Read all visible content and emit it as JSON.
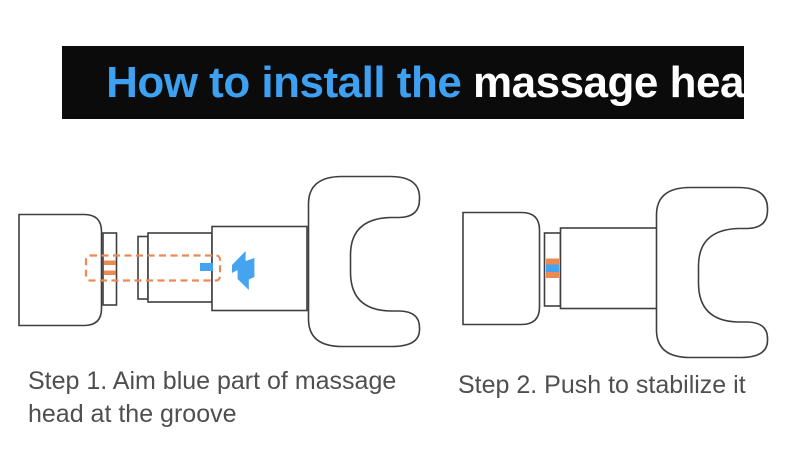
{
  "banner": {
    "highlight": "How to install the",
    "rest": " massage head"
  },
  "steps": [
    {
      "lines": [
        "Step 1. Aim blue part of massage",
        "head at the groove"
      ]
    },
    {
      "lines": [
        "Step 2. Push to stabilize it"
      ]
    }
  ],
  "icons": {
    "push_arrow": "bold-left-arrow"
  },
  "colors": {
    "banner_bg": "#0b0b0b",
    "banner_highlight": "#3da0f0",
    "banner_rest": "#ffffff",
    "outline": "#3f3f3f",
    "orange": "#ec8a55",
    "blue": "#44a4f0",
    "caption": "#4f4f4f"
  }
}
